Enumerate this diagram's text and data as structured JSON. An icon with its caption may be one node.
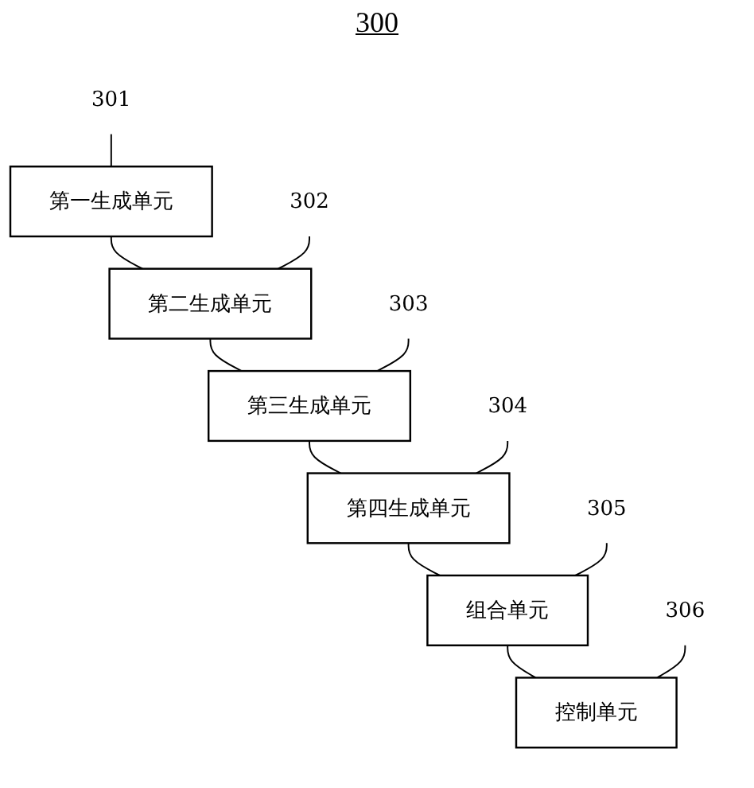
{
  "diagram": {
    "nodes": [
      {
        "text": [
          "第一生成单元"
        ]
      },
      {
        "text": [
          "第二生成单元"
        ]
      },
      {
        "text": [
          "第三生成单元"
        ]
      },
      {
        "text": [
          "第四生成单元"
        ]
      },
      {
        "text": [
          "组合单元"
        ]
      },
      {
        "text": [
          "控制单元"
        ]
      },
      {
        "text": [
          "301"
        ]
      },
      {
        "text": [
          "302"
        ]
      },
      {
        "text": [
          "303"
        ]
      },
      {
        "text": [
          "304"
        ]
      },
      {
        "text": [
          "305"
        ]
      },
      {
        "text": [
          "306"
        ]
      }
    ],
    "edges": [
      {
        "from": 0,
        "to": 1,
        "arrow": "none"
      },
      {
        "from": 1,
        "to": 2,
        "arrow": "none"
      },
      {
        "from": 2,
        "to": 3,
        "arrow": "none"
      },
      {
        "from": 3,
        "to": 4,
        "arrow": "none"
      },
      {
        "from": 4,
        "to": 5,
        "arrow": "none"
      },
      {
        "from": 6,
        "to": 0,
        "arrow": "none"
      },
      {
        "from": 7,
        "to": 1,
        "arrow": "none"
      },
      {
        "from": 8,
        "to": 2,
        "arrow": "none"
      },
      {
        "from": 9,
        "to": 3,
        "arrow": "none"
      },
      {
        "from": 10,
        "to": 4,
        "arrow": "none"
      },
      {
        "from": 11,
        "to": 5,
        "arrow": "none"
      }
    ],
    "labels": [
      "300"
    ]
  }
}
